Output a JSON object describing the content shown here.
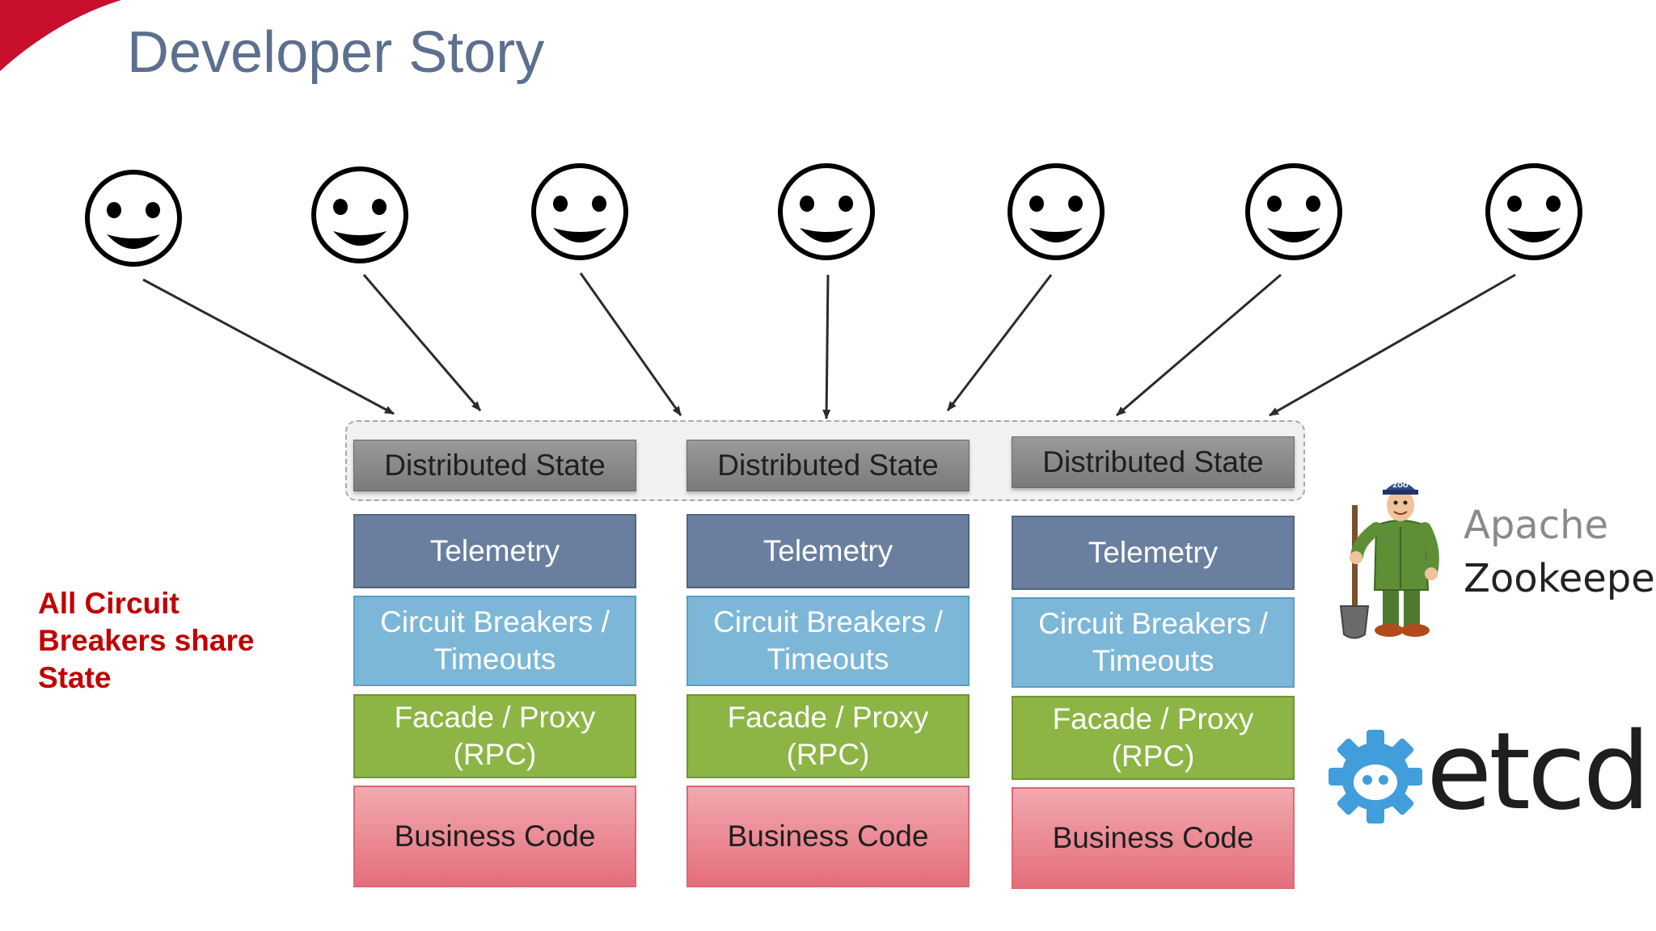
{
  "slide": {
    "title": "Developer Story",
    "accent_color": "#c8102e"
  },
  "developers": {
    "count": 7,
    "icon": "smiley-face-icon"
  },
  "side_note": {
    "text": "All Circuit Breakers share State",
    "color": "#c00000"
  },
  "service_stacks": [
    {
      "distributed_state": "Distributed State",
      "telemetry": "Telemetry",
      "circuit_breakers": "Circuit Breakers / Timeouts",
      "facade_proxy": "Facade /  Proxy (RPC)",
      "business_code": "Business Code"
    },
    {
      "distributed_state": "Distributed State",
      "telemetry": "Telemetry",
      "circuit_breakers": "Circuit Breakers / Timeouts",
      "facade_proxy": "Facade /  Proxy (RPC)",
      "business_code": "Business Code"
    },
    {
      "distributed_state": "Distributed State",
      "telemetry": "Telemetry",
      "circuit_breakers": "Circuit Breakers / Timeouts",
      "facade_proxy": "Facade /  Proxy (RPC)",
      "business_code": "Business Code"
    }
  ],
  "logos": {
    "zookeeper": {
      "line1": "Apache",
      "line2": "Zookeeper",
      "badge": "ZOO"
    },
    "etcd": {
      "text": "etcd",
      "color": "#419eda"
    }
  },
  "colors": {
    "title": "#5d6f8e",
    "telemetry": "#6a7f9f",
    "circuit_breakers": "#7db7d7",
    "facade_proxy": "#8cb545",
    "business_code": "#e8838d",
    "distributed_state": "#8a8a8a"
  }
}
